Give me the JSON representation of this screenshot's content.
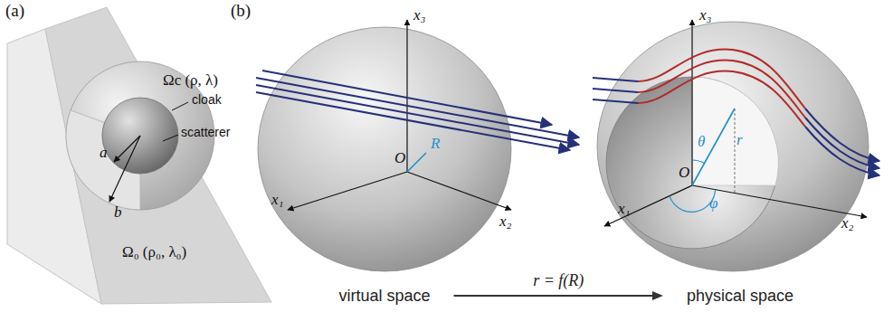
{
  "diagram": {
    "nodes": [
      {
        "text": [
          "virtual space"
        ]
      },
      {
        "text": [
          "physical space"
        ]
      }
    ],
    "edges": [
      {
        "from": 0,
        "to": 1,
        "arrow": "to",
        "label": "r = f(R)"
      }
    ],
    "labels": [
      "(a)",
      "Ωc (ρ, λ)",
      "cloak",
      "scatterer",
      "a",
      "b",
      "Ω₀ (ρ₀, λ₀)",
      "(b)",
      "x₃",
      "R",
      "x₁",
      "O",
      "x₂",
      "x₃",
      "θ",
      "r",
      "O",
      "φ",
      "x₁",
      "x₂"
    ]
  }
}
